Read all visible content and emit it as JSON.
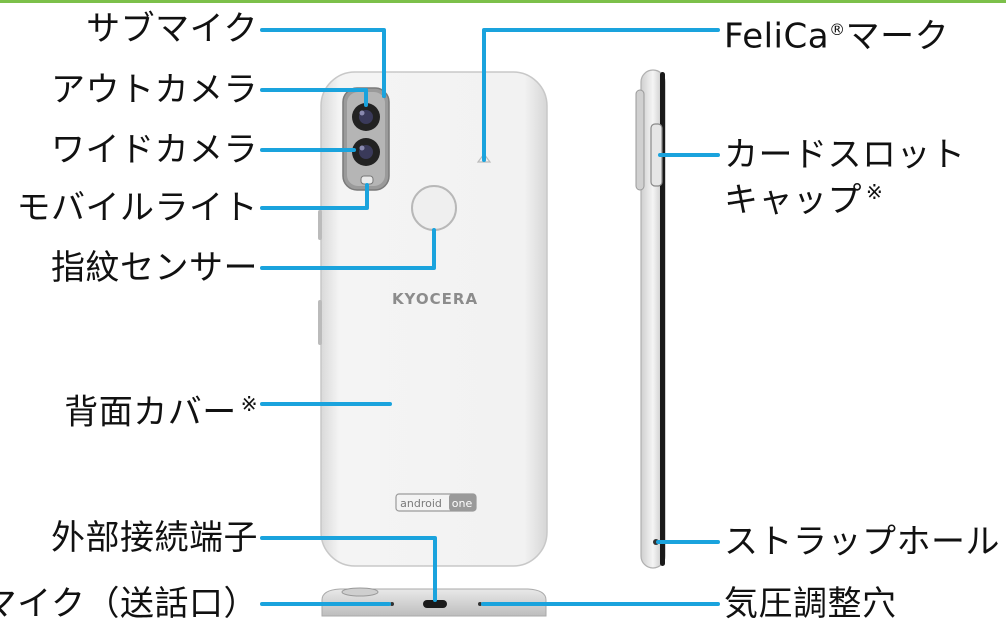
{
  "labels": {
    "sub_mic": "サブマイク",
    "out_camera": "アウトカメラ",
    "wide_camera": "ワイドカメラ",
    "mobile_light": "モバイルライト",
    "fingerprint_sensor": "指紋センサー",
    "back_cover": "背面カバー",
    "back_cover_note": "※",
    "external_port": "外部接続端子",
    "mic_main": "マイク（送話口）",
    "felica_prefix": "FeliCa",
    "felica_reg": "®",
    "felica_suffix": "マーク",
    "card_slot_line1": "カードスロット",
    "card_slot_line2": "キャップ",
    "card_slot_note": "※",
    "strap_hole": "ストラップホール",
    "air_pressure_hole": "気圧調整穴"
  },
  "device_marks": {
    "brand": "KYOCERA",
    "os_badge_left": "android",
    "os_badge_right": "one"
  },
  "colors": {
    "leader_line": "#1aa3dd",
    "accent_top": "#7cc04a"
  }
}
